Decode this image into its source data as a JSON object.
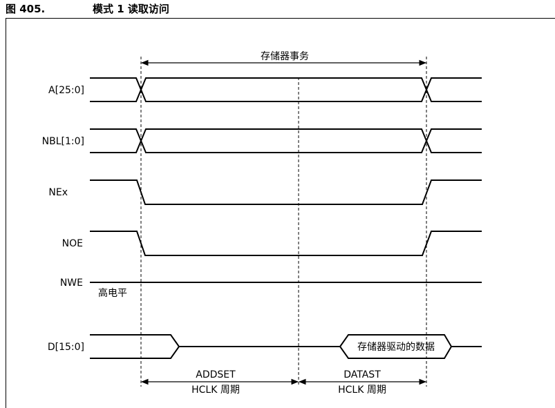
{
  "figure": {
    "number": "图 405.",
    "title": "模式 1 读取访问"
  },
  "transaction_label": "存储器事务",
  "signals": [
    {
      "name": "A[25:0]",
      "type": "bus"
    },
    {
      "name": "NBL[1:0]",
      "type": "bus"
    },
    {
      "name": "NEx",
      "type": "falling-rising"
    },
    {
      "name": "NOE",
      "type": "falling-rising"
    },
    {
      "name": "NWE",
      "type": "static-high"
    },
    {
      "name": "D[15:0]",
      "type": "data"
    }
  ],
  "nwe_level_label": "高电平",
  "data_valid_label": "存储器驱动的数据",
  "phases": [
    {
      "name": "ADDSET",
      "unit": "HCLK 周期"
    },
    {
      "name": "DATAST",
      "unit": "HCLK 周期"
    }
  ]
}
